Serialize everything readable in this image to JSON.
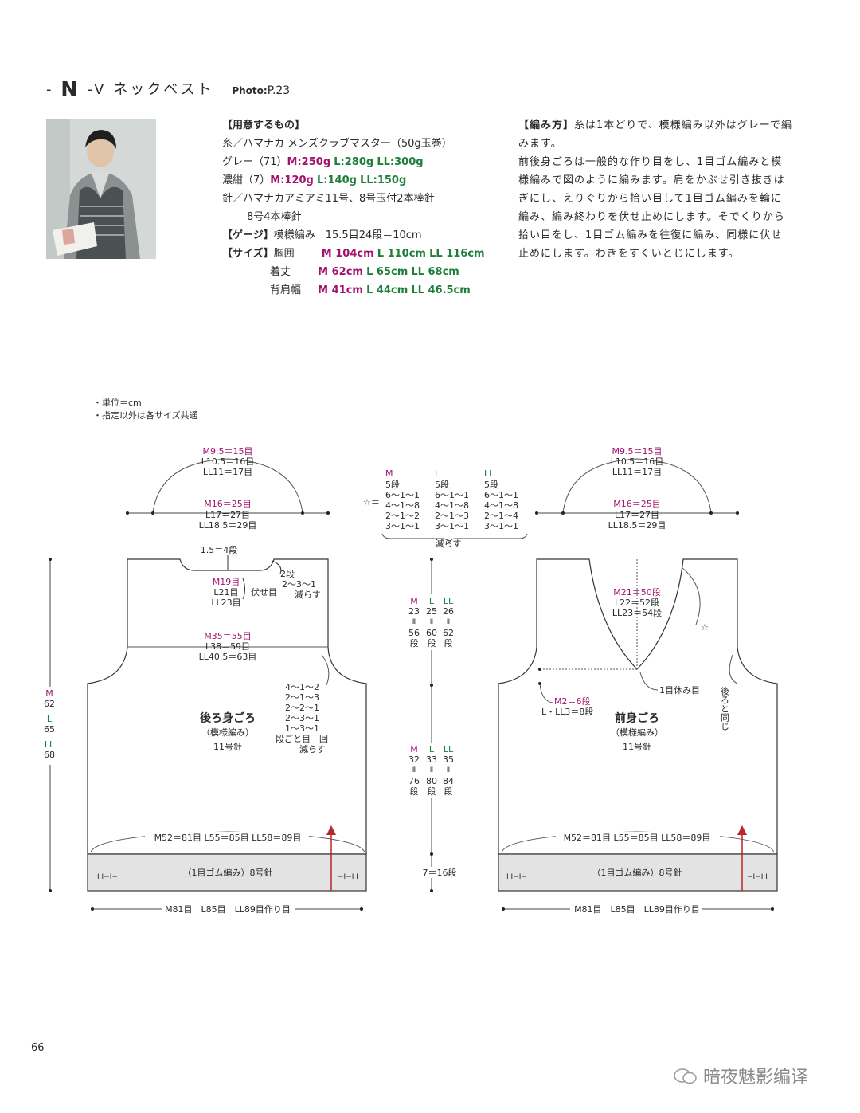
{
  "heading": {
    "prefix": "-",
    "code": "N",
    "title": "-V ネックベスト",
    "photo_label": "Photo:",
    "photo_page": "P.23"
  },
  "materials": {
    "section_title": "【用意するもの】",
    "yarn": "糸／ハマナカ メンズクラブマスター（50g玉巻）",
    "gray": {
      "name": "グレー（71）",
      "m": "M:250g",
      "l": "L:280g",
      "ll": "LL:300g"
    },
    "navy": {
      "name": "濃紺（7）",
      "m": "M:120g",
      "l": "L:140g",
      "ll": "LL:150g"
    },
    "needles_1": "針／ハマナカアミアミ11号、8号玉付2本棒針",
    "needles_2": "8号4本棒針",
    "gauge_title": "【ゲージ】",
    "gauge_text": "模様編み　15.5目24段＝10cm",
    "size_title": "【サイズ】",
    "sizes": [
      {
        "label": "胸囲",
        "m": "M 104cm",
        "l": "L 110cm",
        "ll": "LL 116cm"
      },
      {
        "label": "着丈",
        "m": "M 62cm",
        "l": "L 65cm",
        "ll": "LL 68cm"
      },
      {
        "label": "背肩幅",
        "m": "M 41cm",
        "l": "L 44cm",
        "ll": "LL 46.5cm"
      }
    ]
  },
  "method": {
    "title": "【編み方】",
    "lines": [
      "糸は1本どりで、模様編み以外はグレーで編",
      "みます。",
      "前後身ごろは一般的な作り目をし、1目ゴム編みと模",
      "様編みで図のように編みます。肩をかぶせ引き抜きは",
      "ぎにし、えりぐりから拾い目して1目ゴム編みを輪に",
      "編み、編み終わりを伏せ止めにします。そでくりから",
      "拾い目をし、1目ゴム編みを往復に編み、同様に伏せ",
      "止めにします。わきをすくいとじにします。"
    ]
  },
  "notes": [
    "・単位＝cm",
    "・指定以外は各サイズ共通"
  ],
  "diagram": {
    "collar": [
      "M9.5＝15目",
      "L10.5＝16目",
      "LL11＝17目"
    ],
    "shoulder": [
      "M16＝25目",
      "L17＝27目",
      "LL18.5＝29目"
    ],
    "star": "☆＝",
    "dec_table": {
      "cols": [
        {
          "size": "M",
          "rows": [
            "5段",
            "6〜1〜1",
            "4〜1〜8",
            "2〜1〜2",
            "3〜1〜1"
          ]
        },
        {
          "size": "L",
          "rows": [
            "5段",
            "6〜1〜1",
            "4〜1〜8",
            "2〜1〜3",
            "3〜1〜1"
          ]
        },
        {
          "size": "LL",
          "rows": [
            "5段",
            "6〜1〜1",
            "4〜1〜8",
            "2〜1〜4",
            "3〜1〜1"
          ]
        }
      ],
      "caption": "減らす"
    },
    "back": {
      "neck_depth": "1.5＝4段",
      "bind": [
        "M19目",
        "L21目",
        "LL23目"
      ],
      "bind_label": "伏せ目",
      "neck_dec": [
        "2段",
        "2〜3〜1",
        "減らす"
      ],
      "chest": [
        "M35＝55目",
        "L38＝59目",
        "LL40.5＝63目"
      ],
      "arm_dec": [
        "4〜1〜2",
        "2〜1〜3",
        "2〜2〜1",
        "2〜3〜1",
        "1〜3〜1",
        "段ごと目　回",
        "減らす"
      ],
      "name": "後ろ身ごろ",
      "pattern": "（模様編み）",
      "needle": "11号針",
      "height_m": [
        "M",
        "62"
      ],
      "height_l": [
        "L",
        "65"
      ],
      "height_ll": [
        "LL",
        "68"
      ],
      "hem_width": "M52＝81目 L55＝85目 LL58＝89目",
      "rib": "（1目ゴム編み）8号針",
      "rib_left": "I I−I−",
      "rib_right": "−I−I I",
      "cast_on": "M81目　L85目　LL89目作り目"
    },
    "middle": {
      "sizes": [
        "M",
        "L",
        "LL"
      ],
      "upper_vals": [
        "23",
        "25",
        "26"
      ],
      "upper_rows": [
        "56",
        "60",
        "62"
      ],
      "lower_vals": [
        "32",
        "33",
        "35"
      ],
      "lower_rows": [
        "76",
        "80",
        "84"
      ],
      "eq": "Ⅱ",
      "row_unit": "段",
      "rib_rows": "7＝16段"
    },
    "front": {
      "v_depth": [
        "M21＝50段",
        "L22＝52段",
        "LL23＝54段"
      ],
      "star": "☆",
      "center_rest": "1目休み目",
      "side_note": "後ろと同じ",
      "armhole": [
        "M2＝6段",
        "L・LL3＝8段"
      ],
      "name": "前身ごろ",
      "pattern": "（模様編み）",
      "needle": "11号針",
      "hem_width": "M52＝81目 L55＝85目 LL58＝89目",
      "rib": "（1目ゴム編み）8号針",
      "rib_left": "I I−I−",
      "rib_right": "−I−I I",
      "cast_on": "M81目　L85目　LL89目作り目"
    }
  },
  "page_number": "66",
  "watermark": "暗夜魅影编译",
  "colors": {
    "magenta": "#a2136e",
    "green": "#1f7e3a",
    "arrow": "#b8262a",
    "rib_fill": "#e3e3e3"
  }
}
